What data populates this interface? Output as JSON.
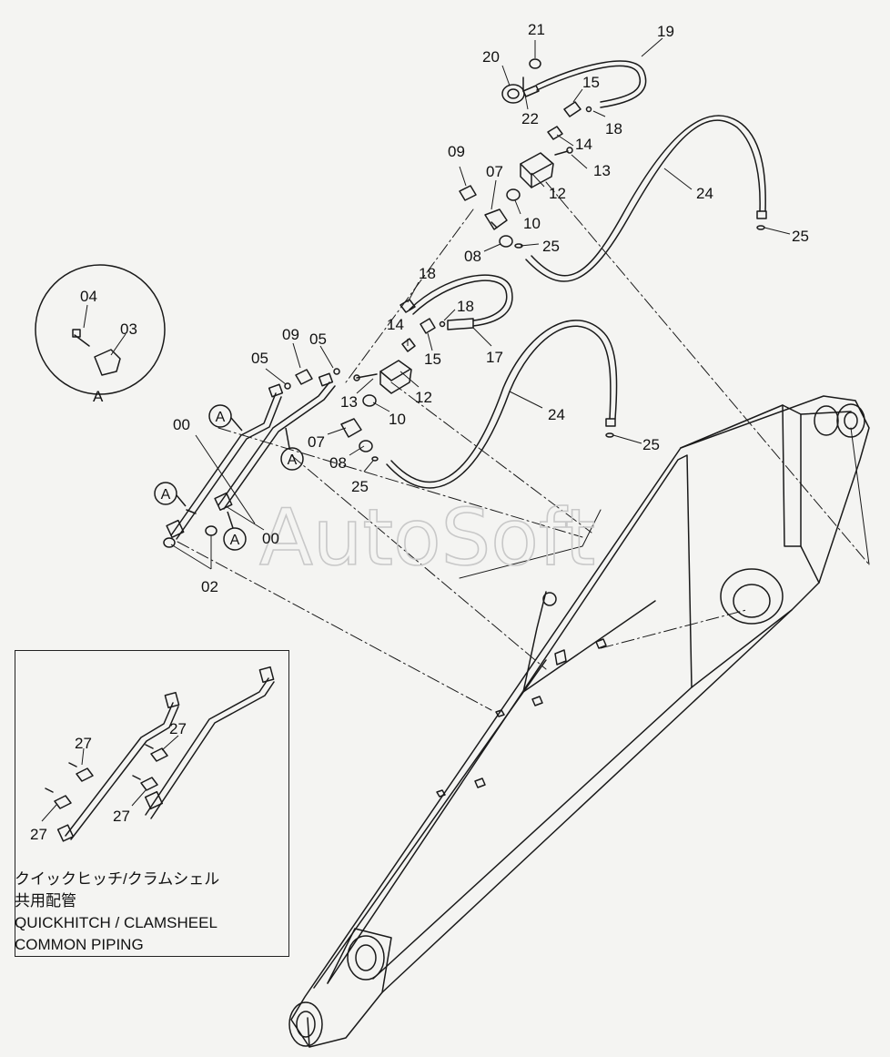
{
  "watermark": "AutoSoft",
  "detail_view_label": "A",
  "callouts": {
    "c21": "21",
    "c19": "19",
    "c20": "20",
    "c15a": "15",
    "c22": "22",
    "c18a": "18",
    "c14a": "14",
    "c13a": "13",
    "c09a": "09",
    "c07a": "07",
    "c12a": "12",
    "c24a": "24",
    "c10a": "10",
    "c25a": "25",
    "c08a": "08",
    "c25b": "25",
    "c04": "04",
    "c03": "03",
    "c18b": "18",
    "c18c": "18",
    "c14b": "14",
    "c17": "17",
    "c15b": "15",
    "c09b": "09",
    "c05a": "05",
    "c05b": "05",
    "c13b": "13",
    "c12b": "12",
    "c10b": "10",
    "c24b": "24",
    "c07b": "07",
    "c08b": "08",
    "c25c": "25",
    "c25d": "25",
    "c00a": "00",
    "c00b": "00",
    "c02": "02",
    "c27a": "27",
    "c27b": "27",
    "c27c": "27",
    "c27d": "27"
  },
  "view_markers": [
    "A",
    "A",
    "A",
    "A"
  ],
  "inset": {
    "line1": "クイックヒッチ/クラムシェル",
    "line2": "共用配管",
    "line3": "QUICKHITCH / CLAMSHEEL",
    "line4": "COMMON  PIPING"
  }
}
